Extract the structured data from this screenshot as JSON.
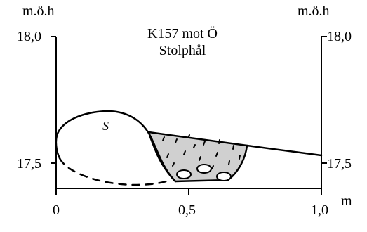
{
  "title": {
    "line1": "K157 mot Ö",
    "line2": "Stolphål"
  },
  "axis": {
    "left_unit": "m.ö.h",
    "right_unit": "m.ö.h",
    "bottom_unit": "m",
    "left_ticks": [
      "18,0",
      "17,5"
    ],
    "right_ticks": [
      "18,0",
      "17,5"
    ],
    "bottom_ticks": [
      "0",
      "0,5",
      "1,0"
    ]
  },
  "annotation": {
    "stone_symbol": "S"
  },
  "colors": {
    "fill": "#d0d0d0",
    "line": "#000000"
  }
}
